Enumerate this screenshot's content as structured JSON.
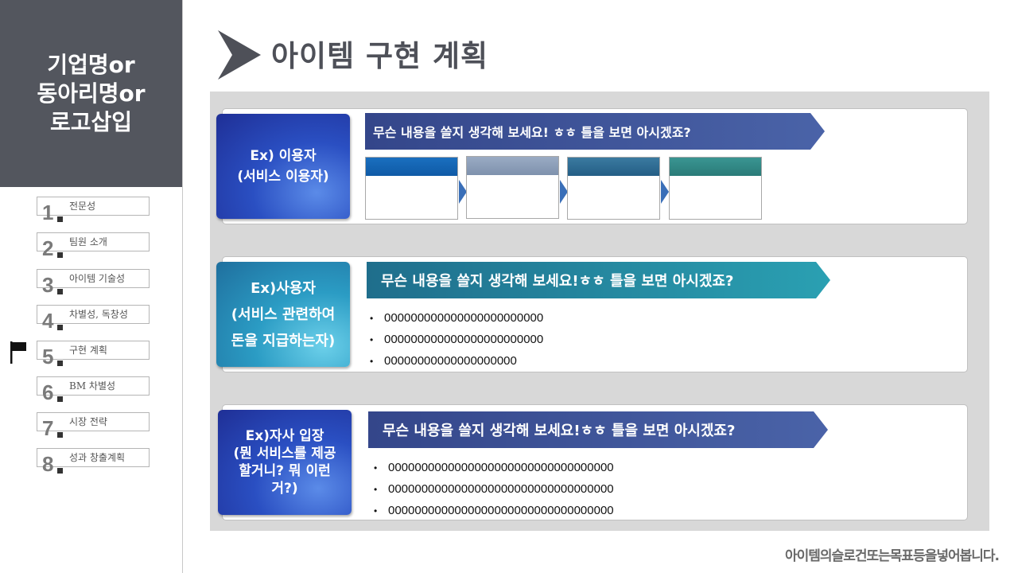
{
  "sidebar": {
    "logo_text": "기업명or\n동아리명or\n로고삽입",
    "items": [
      {
        "num": "1",
        "label": "전문성"
      },
      {
        "num": "2",
        "label": "팀원 소개"
      },
      {
        "num": "3",
        "label": "아이템 기술성"
      },
      {
        "num": "4",
        "label": "차별성, 독창성"
      },
      {
        "num": "5",
        "label": "구현 계획"
      },
      {
        "num": "6",
        "label": "BM 차별성"
      },
      {
        "num": "7",
        "label": "시장 전략"
      },
      {
        "num": "8",
        "label": "성과 창출계획"
      }
    ],
    "active_item": "5"
  },
  "header": {
    "title": "아이템 구현 계획"
  },
  "sections": [
    {
      "label": "Ex) 이용자\n(서비스 이용자)",
      "banner": "무슨 내용을 쓸지 생각해 보세요! ㅎㅎ 틀을 보면 아시겠죠?",
      "step_colors": [
        "#1a6fbf",
        "#8fa2bd",
        "#2f6e94",
        "#2f8a87"
      ]
    },
    {
      "label": "Ex)사용자\n(서비스 관련하여\n돈을 지급하는자)",
      "banner": "무슨 내용을 쓸지 생각해 보세요!ㅎㅎ 틀을 보면 아시겠죠?",
      "bullets": [
        "000000000000000000000000",
        "000000000000000000000000",
        "00000000000000000000"
      ]
    },
    {
      "label": "Ex)자사 입장\n(뭔 서비스를 제공\n할거니? 뭐 이런\n거?)",
      "banner": "무슨 내용을 쓸지 생각해 보세요!ㅎㅎ 틀을 보면 아시겠죠?",
      "bullets": [
        "0000000000000000000000000000000000",
        "0000000000000000000000000000000000",
        "0000000000000000000000000000000000"
      ]
    }
  ],
  "colors": {
    "sidebar_dark": "#53565e",
    "blue_label": "#1f3fb0",
    "teal_label": "#2a8fb0",
    "banner_navy": "#3b4f8f",
    "banner_teal": "#23859a"
  },
  "footer": {
    "slogan": "아이템의슬로건또는목표등을넣어봅니다."
  }
}
